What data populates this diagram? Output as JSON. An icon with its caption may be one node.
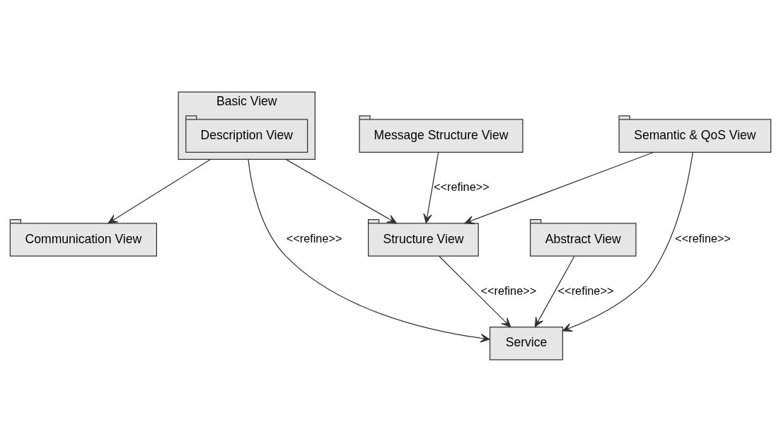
{
  "diagram": {
    "nodes": [
      {
        "text": [
          "Basic View"
        ]
      },
      {
        "text": [
          "Description View"
        ],
        "in": 0
      },
      {
        "text": [
          "Structure View"
        ]
      },
      {
        "text": [
          "Communication View"
        ]
      },
      {
        "text": [
          "Service"
        ]
      },
      {
        "text": [
          "Message Structure View"
        ]
      },
      {
        "text": [
          "Abstract View"
        ]
      },
      {
        "text": [
          "Semantic & QoS View"
        ]
      }
    ],
    "edges": [
      {
        "from": 0,
        "to": 2,
        "arrow": "to"
      },
      {
        "from": 0,
        "to": 3,
        "arrow": "to"
      },
      {
        "from": 0,
        "to": 4,
        "arrow": "to",
        "label": "<<refine>>"
      },
      {
        "from": 2,
        "to": 4,
        "arrow": "to",
        "label": "<<refine>>"
      },
      {
        "from": 5,
        "to": 2,
        "arrow": "to",
        "label": "<<refine>>"
      },
      {
        "from": 6,
        "to": 4,
        "arrow": "to",
        "label": "<<refine>>"
      },
      {
        "from": 7,
        "to": 4,
        "arrow": "to",
        "label": "<<refine>>"
      },
      {
        "from": 7,
        "to": 2,
        "arrow": "to"
      }
    ]
  }
}
